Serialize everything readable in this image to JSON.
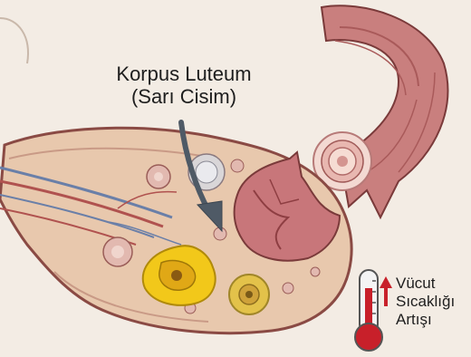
{
  "labels": {
    "corpus_line1": "Korpus Luteum",
    "corpus_line2": "(Sarı Cisim)",
    "temp_line1": "Vücut",
    "temp_line2": "Sıcaklığı",
    "temp_line3": "Artışı"
  },
  "colors": {
    "background": "#f3ece4",
    "ovary_tissue": "#e9c8b0",
    "ovary_outline": "#8a4a44",
    "corpus_luteum": "#f2c81a",
    "follicle": "#d9b0a8",
    "tube": "#c77a7a",
    "arrow": "#5a6570",
    "thermometer_red": "#c8202a"
  },
  "icons": [
    "thermometer-icon",
    "arrow-up-icon",
    "pointer-arrow-icon"
  ]
}
